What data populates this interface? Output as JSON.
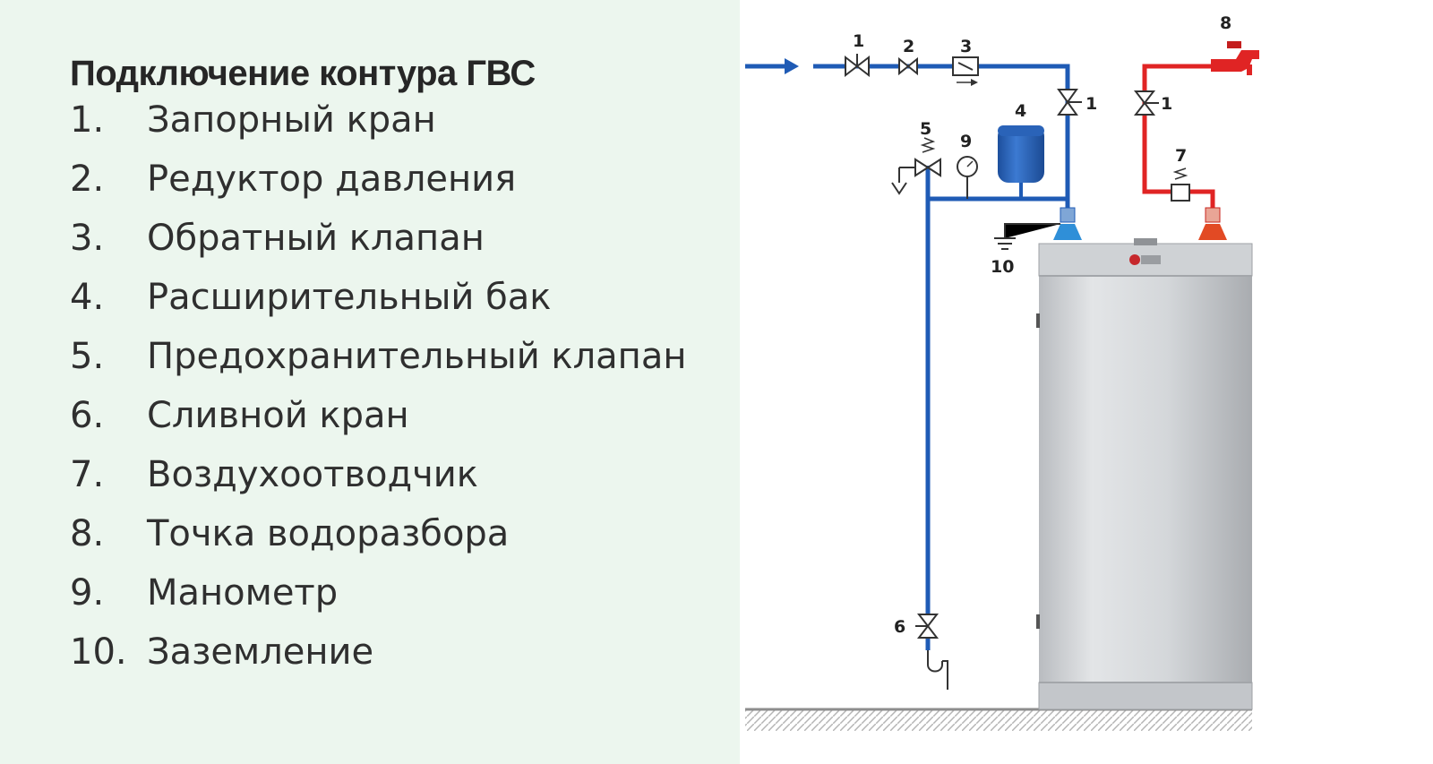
{
  "legend": {
    "title": "Подключение контура ГВС",
    "items": [
      {
        "num": "1.",
        "label": "Запорный кран"
      },
      {
        "num": "2.",
        "label": "Редуктор давления"
      },
      {
        "num": "3.",
        "label": "Обратный клапан"
      },
      {
        "num": "4.",
        "label": "Расширительный бак"
      },
      {
        "num": "5.",
        "label": "Предохранительный клапан"
      },
      {
        "num": "6.",
        "label": "Сливной кран"
      },
      {
        "num": "7.",
        "label": "Воздухоотводчик"
      },
      {
        "num": "8.",
        "label": "Точка водоразбора"
      },
      {
        "num": "9.",
        "label": "Манометр"
      },
      {
        "num": "10.",
        "label": "Заземление"
      }
    ]
  },
  "diagram": {
    "markers": {
      "valve_inlet": "1",
      "reducer": "2",
      "check_valve": "3",
      "expansion_tank": "4",
      "safety_valve": "5",
      "drain_valve": "6",
      "air_vent": "7",
      "tap": "8",
      "manometer": "9",
      "ground": "10",
      "valve_cold": "1",
      "valve_hot": "1"
    },
    "colors": {
      "cold_pipe": "#1f5bb5",
      "hot_pipe": "#e02424",
      "boiler": "#d6d9dc",
      "tank": "#2f6cc4",
      "floor": "#9a9a9a"
    }
  }
}
